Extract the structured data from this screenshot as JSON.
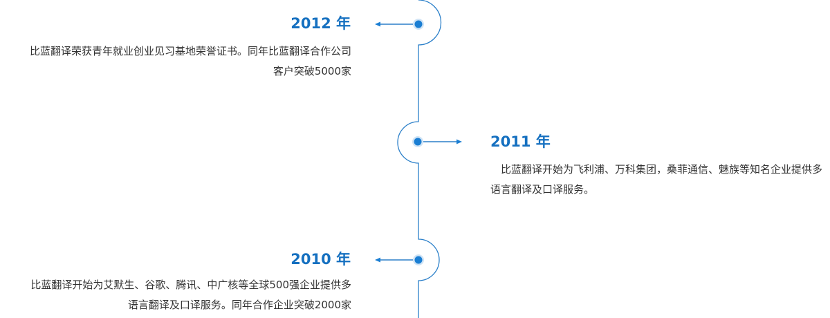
{
  "colors": {
    "accent": "#1a7ed3",
    "year_text": "#1570c0",
    "line": "#2a7fc9",
    "body_text": "#333333"
  },
  "timeline": [
    {
      "year": "2012 年",
      "side": "left",
      "description": "比蓝翻译荣获青年就业创业见习基地荣誉证书。同年比蓝翻译合作公司客户突破5000家"
    },
    {
      "year": "2011 年",
      "side": "right",
      "description": "　比蓝翻译开始为飞利浦、万科集团，桑菲通信、魅族等知名企业提供多语言翻译及口译服务。"
    },
    {
      "year": "2010 年",
      "side": "left",
      "description": "比蓝翻译开始为艾默生、谷歌、腾讯、中广核等全球500强企业提供多语言翻译及口译服务。同年合作企业突破2000家"
    }
  ]
}
